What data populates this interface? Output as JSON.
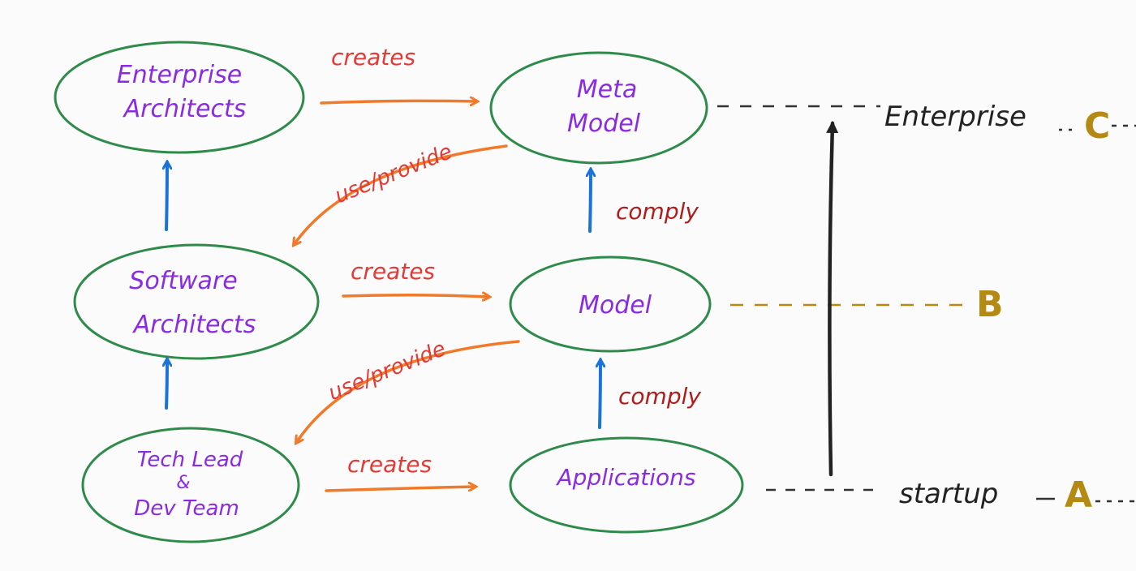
{
  "colors": {
    "node_border": "#2e8b4a",
    "node_text": "#8a2be2",
    "creates_arrow": "#f07a2a",
    "use_arrow": "#f07a2a",
    "up_arrow": "#1a73d8",
    "level_arrow": "#222222",
    "level_letter": "#b58a12",
    "dashed_line_dark": "#333333",
    "dashed_line_gold": "#b58a12"
  },
  "nodes": {
    "enterprise_architects": [
      "Enterprise",
      "Architects"
    ],
    "meta_model": [
      "Meta",
      "Model"
    ],
    "software_architects": [
      "Software",
      "Architects"
    ],
    "model": [
      "Model"
    ],
    "tech_lead": [
      "Tech Lead",
      "&",
      "Dev Team"
    ],
    "applications": [
      "Applications"
    ]
  },
  "edges": {
    "creates_top": "creates",
    "creates_mid": "creates",
    "creates_bottom": "creates",
    "use_provide_top": "use/provide",
    "use_provide_bottom": "use/provide",
    "comply_top": "comply",
    "comply_bottom": "comply"
  },
  "levels": {
    "top": {
      "label": "Enterprise",
      "letter": "C"
    },
    "middle": {
      "label": "",
      "letter": "B"
    },
    "bottom": {
      "label": "startup",
      "letter": "A"
    }
  }
}
